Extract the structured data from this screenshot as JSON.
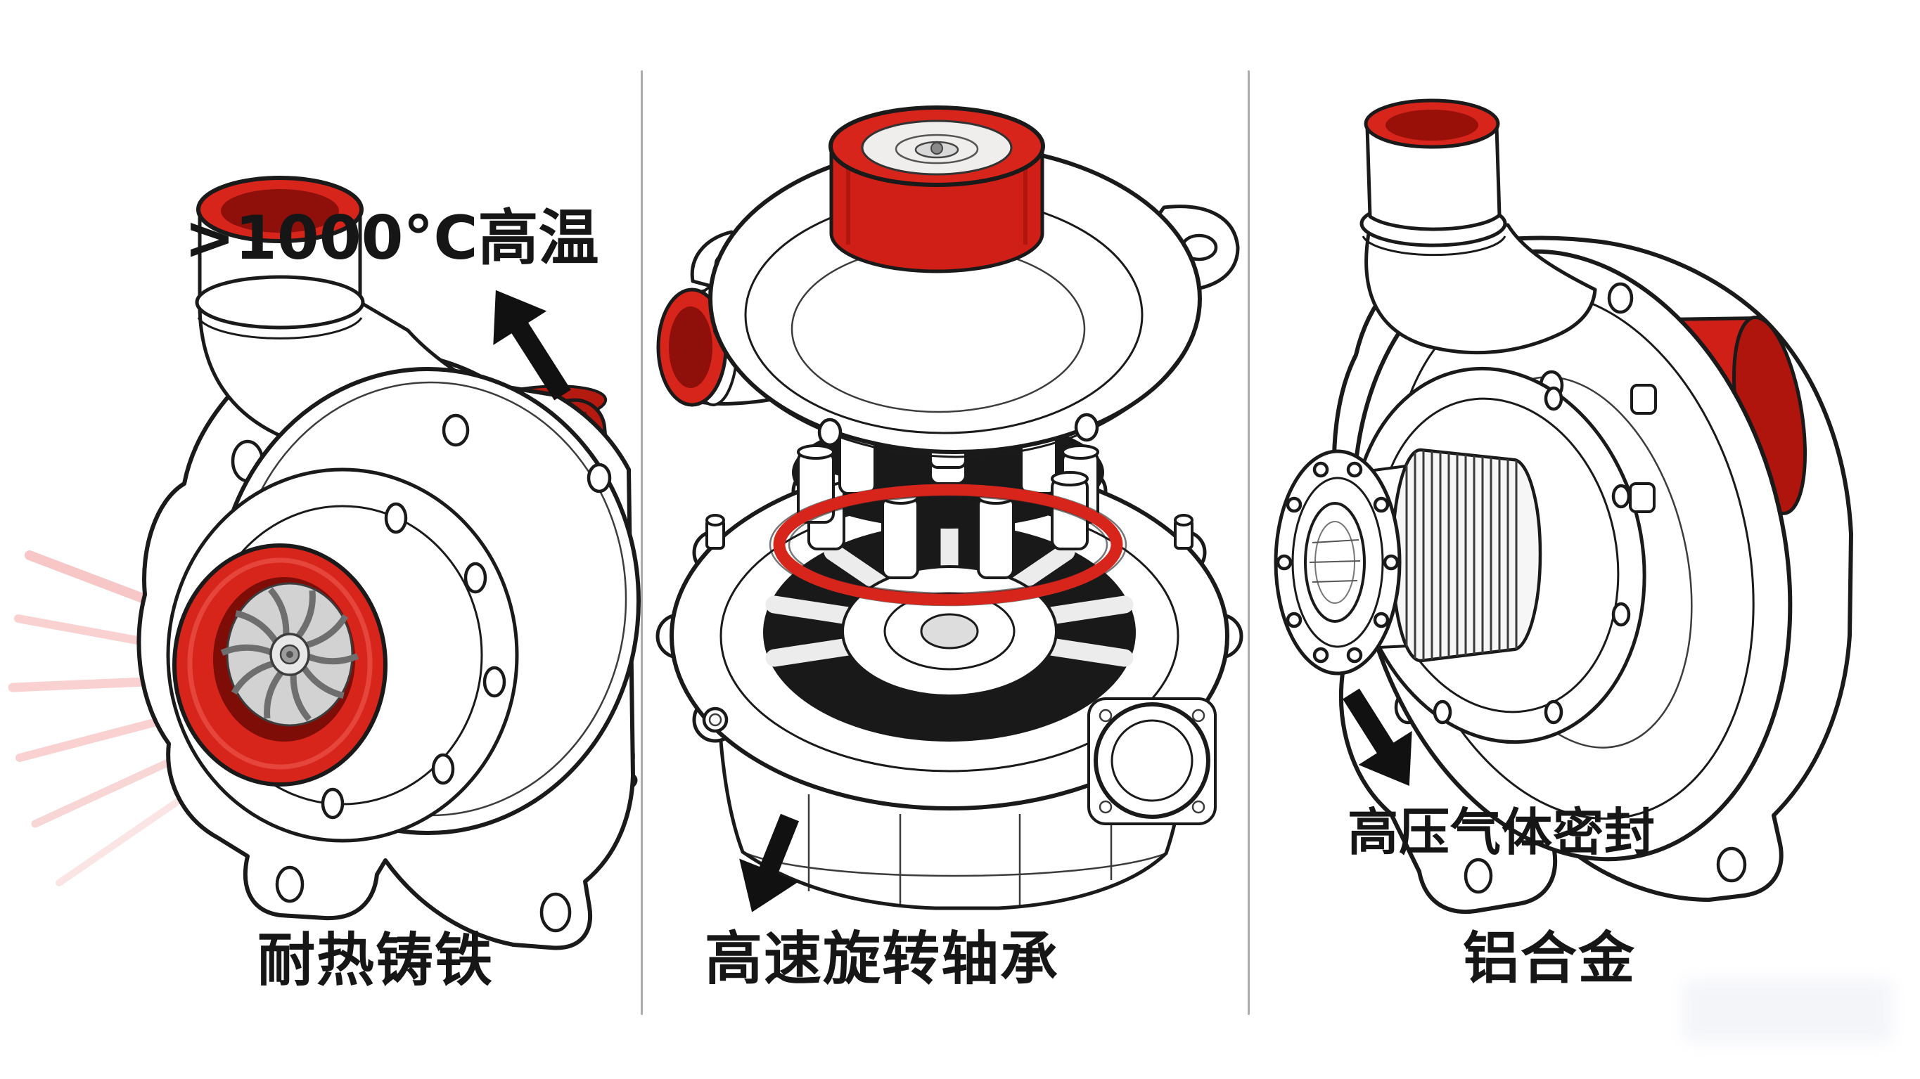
{
  "panels": [
    {
      "id": "left",
      "illustration": "turbocharger-exhaust-side",
      "callout": ">1000°C高温",
      "caption": "耐热铸铁",
      "arrow_direction": "up-left"
    },
    {
      "id": "middle",
      "illustration": "turbocharger-exploded-bearing-assembly",
      "caption": "高速旋转轴承",
      "arrow_direction": "down-left"
    },
    {
      "id": "right",
      "illustration": "turbocharger-compressor-side",
      "callout": "高压气体密封",
      "caption": "铝合金",
      "arrow_direction": "down-right"
    }
  ],
  "colors": {
    "background": "#ffffff",
    "accent_red": "#d8251c",
    "mid_red": "#cf1f17",
    "dark_red": "#8f100b",
    "line_black": "#1a1a1a",
    "divider_gray": "#a9adb0",
    "label_text": "#161616",
    "heat_ray_pink": "#ec7878"
  }
}
